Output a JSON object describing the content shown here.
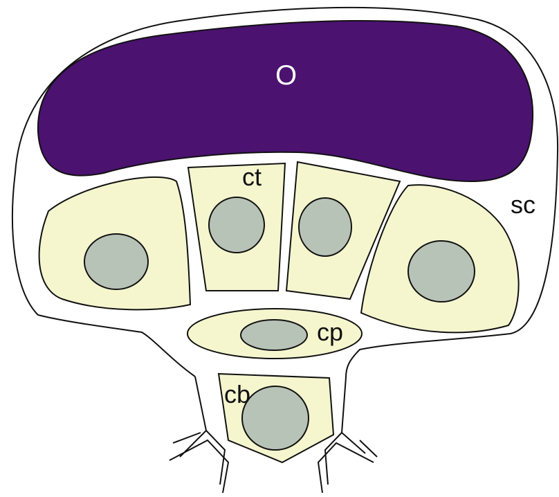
{
  "labels": {
    "o": "O",
    "ct": "ct",
    "sc": "sc",
    "cp": "cp",
    "cb": "cb"
  },
  "colors": {
    "o_fill": "#4b1270",
    "cell_fill": "#f5f6ce",
    "nucleus_fill": "#b7c3b7",
    "outline": "#111111",
    "background": "#ffffff"
  }
}
